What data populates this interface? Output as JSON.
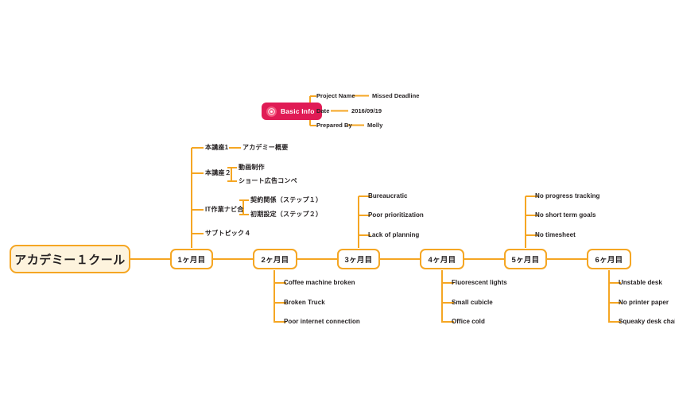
{
  "root": {
    "label": "アカデミー１クール"
  },
  "badge": {
    "label": "Basic Info",
    "icon": "info-badge-icon",
    "color": "#E01B55",
    "fields": [
      {
        "key": "Project Name",
        "value": "Missed Deadline"
      },
      {
        "key": "Date",
        "value": "2016/09/19"
      },
      {
        "key": "Prepared By",
        "value": "Molly"
      }
    ]
  },
  "theme": {
    "branch_color": "#F5A623",
    "node_fill": "#FDF3DD",
    "text_color": "#231f20"
  },
  "months": [
    {
      "label": "1ヶ月目"
    },
    {
      "label": "2ヶ月目"
    },
    {
      "label": "3ヶ月目"
    },
    {
      "label": "4ヶ月目"
    },
    {
      "label": "5ヶ月目"
    },
    {
      "label": "6ヶ月目"
    }
  ],
  "month1_topics": [
    {
      "label": "本講座1",
      "children": [
        {
          "label": "アカデミー概要"
        }
      ]
    },
    {
      "label": "本講座２",
      "children": [
        {
          "label": "動画制作"
        },
        {
          "label": "ショート広告コンペ"
        }
      ]
    },
    {
      "label": "IT作業ナビ合",
      "children": [
        {
          "label": "契約関係（ステップ１）"
        },
        {
          "label": "初期設定（ステップ２）"
        }
      ]
    },
    {
      "label": "サブトピック４",
      "children": []
    }
  ],
  "month2_topics": [
    {
      "label": "Coffee machine broken"
    },
    {
      "label": "Broken Truck"
    },
    {
      "label": "Poor internet connection"
    }
  ],
  "month3_topics": [
    {
      "label": "Bureaucratic"
    },
    {
      "label": "Poor prioritization"
    },
    {
      "label": "Lack of planning"
    }
  ],
  "month4_topics": [
    {
      "label": "Fluorescent lights"
    },
    {
      "label": "Small cubicle"
    },
    {
      "label": "Office cold"
    }
  ],
  "month5_topics": [
    {
      "label": "No progress tracking"
    },
    {
      "label": "No short term goals"
    },
    {
      "label": "No timesheet"
    }
  ],
  "month6_topics": [
    {
      "label": "Unstable desk"
    },
    {
      "label": "No printer paper"
    },
    {
      "label": "Squeaky desk chair"
    }
  ]
}
